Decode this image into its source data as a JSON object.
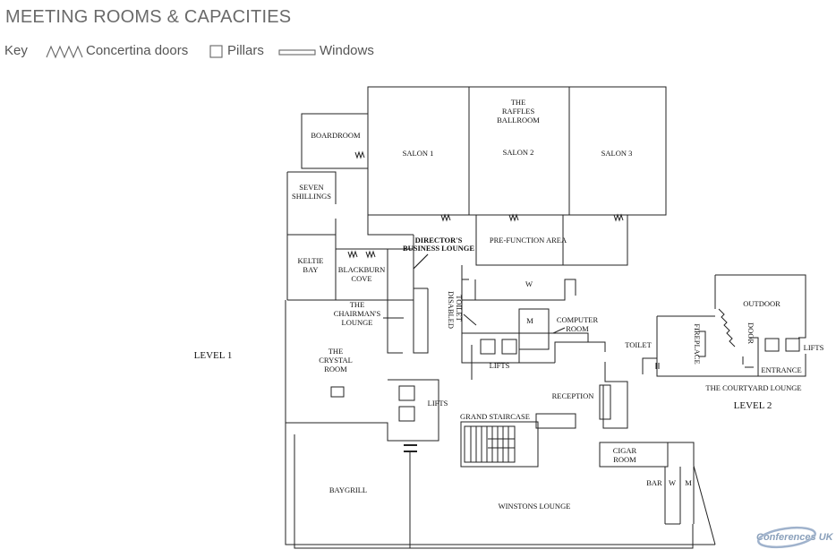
{
  "title": "MEETING ROOMS & CAPACITIES",
  "key": {
    "label": "Key",
    "items": [
      {
        "icon": "concertina-doors-icon",
        "label": "Concertina doors"
      },
      {
        "icon": "pillar-icon",
        "label": "Pillars"
      },
      {
        "icon": "window-icon",
        "label": "Windows"
      }
    ]
  },
  "floor_plan": {
    "level1": {
      "label": "LEVEL 1",
      "rooms": {
        "boardroom": "BOARDROOM",
        "salon1": "SALON 1",
        "ballroom": [
          "THE",
          "RAFFLES",
          "BALLROOM"
        ],
        "salon2": "SALON 2",
        "salon3": "SALON 3",
        "seven_shillings": [
          "SEVEN",
          "SHILLINGS"
        ],
        "keltie_bay": [
          "KELTIE",
          "BAY"
        ],
        "blackburn_cove": [
          "BLACKBURN",
          "COVE"
        ],
        "directors_lounge": [
          "DIRECTOR'S",
          "BUSINESS LOUNGE"
        ],
        "pre_function": "PRE-FUNCTION AREA",
        "disabled_toilet": [
          "DISABLED",
          "TOILET"
        ],
        "w_upper": "W",
        "m_upper": "M",
        "computer_room": [
          "COMPUTER",
          "ROOM"
        ],
        "chairmans_lounge": [
          "THE",
          "CHAIRMAN'S",
          "LOUNGE"
        ],
        "crystal_room": [
          "THE",
          "CRYSTAL",
          "ROOM"
        ],
        "lifts_upper": "LIFTS",
        "lifts_lower": "LIFTS",
        "reception": "RECEPTION",
        "grand_staircase": "GRAND STAIRCASE",
        "cigar_room": [
          "CIGAR",
          "ROOM"
        ],
        "baygrill": "BAYGRILL",
        "winstons_lounge": "WINSTONS LOUNGE",
        "bar": "BAR",
        "w_lower": "W",
        "m_lower": "M"
      }
    },
    "level2": {
      "label": "LEVEL 2",
      "rooms": {
        "outdoor": "OUTDOOR",
        "door": "DOOR",
        "fireplace": "FIREPLACE",
        "toilet": "TOILET",
        "lifts": "LIFTS",
        "entrance": "ENTRANCE",
        "courtyard_lounge": "THE COURTYARD LOUNGE"
      }
    }
  },
  "logo": {
    "text": "Conferences UK"
  },
  "colors": {
    "title": "#6a6a6a",
    "lines": "#222222",
    "logo": "#8aa0bb"
  }
}
